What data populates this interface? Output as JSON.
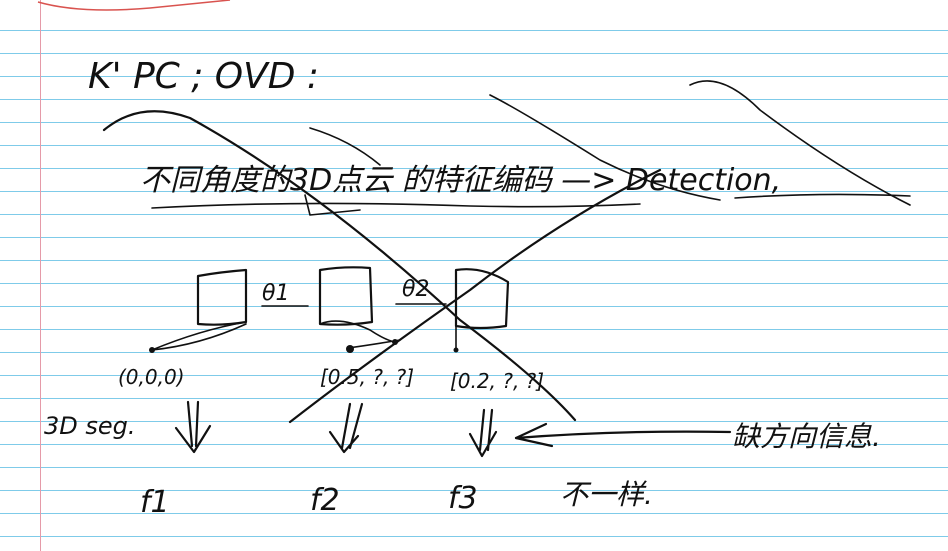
{
  "note": {
    "title_line": "K' PC ; OVD :",
    "main_line": "不同角度的3D点云 的特征编码 —> Detection,",
    "view_labels": [
      "θ1",
      "θ2"
    ],
    "coords": [
      "(0,0,0)",
      "[0.5, ?, ?]",
      "[0.2, ?, ?]"
    ],
    "seg_label": "3D seg.",
    "features": [
      "f1",
      "f2",
      "f3"
    ],
    "annotation_right": "缺方向信息.",
    "annotation_bottom": "不一样."
  },
  "colors": {
    "ink": "#111111",
    "rule_line": "#7fcbe9",
    "margin_line": "#e59aa8",
    "top_scribble": "#d9534f"
  }
}
